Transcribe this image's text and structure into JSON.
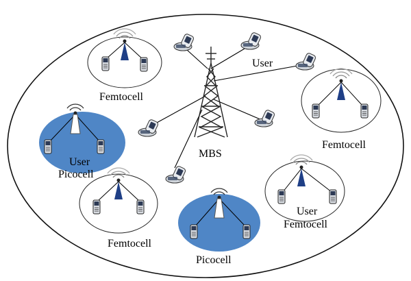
{
  "diagram": {
    "macro_label": "MBS",
    "user_label": "User",
    "femtocell_label": "Femtocell",
    "picocell_label": "Picocell",
    "colors": {
      "outline": "#111111",
      "picocell_fill": "#4f86c6",
      "tower": "#2a2a2a",
      "small_tower": "#1f3f86",
      "phone_body": "#d9dde3",
      "phone_screen": "#2d3a55",
      "link": "#000000"
    },
    "cells": [
      {
        "id": "femto-top-left",
        "type": "femtocell",
        "label_key": "femtocell_label"
      },
      {
        "id": "pico-left",
        "type": "picocell",
        "label_key": "picocell_label",
        "has_user_label": true
      },
      {
        "id": "femto-bottom-left",
        "type": "femtocell",
        "label_key": "femtocell_label"
      },
      {
        "id": "pico-bottom",
        "type": "picocell",
        "label_key": "picocell_label"
      },
      {
        "id": "femto-right-top",
        "type": "femtocell",
        "label_key": "femtocell_label"
      },
      {
        "id": "femto-right-bottom",
        "type": "femtocell",
        "label_key": "femtocell_label",
        "has_user_label": true
      }
    ]
  }
}
